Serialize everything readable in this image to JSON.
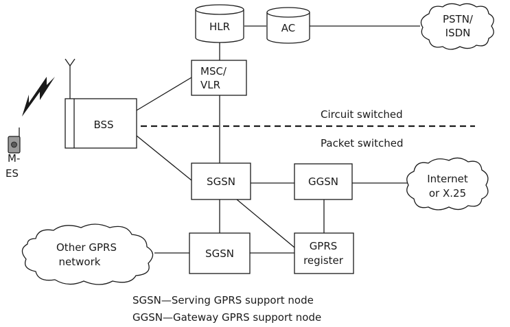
{
  "nodes": {
    "hlr": "HLR",
    "ac": "AC",
    "pstn_line1": "PSTN/",
    "pstn_line2": "ISDN",
    "msc_line1": "MSC/",
    "msc_line2": "VLR",
    "bss": "BSS",
    "ms_line1": "M-",
    "ms_line2": "ES",
    "sgsn_top": "SGSN",
    "ggsn": "GGSN",
    "internet_line1": "Internet",
    "internet_line2": "or X.25",
    "sgsn_bottom": "SGSN",
    "gprs_register_line1": "GPRS",
    "gprs_register_line2": "register",
    "other_gprs_line1": "Other GPRS",
    "other_gprs_line2": "network"
  },
  "labels": {
    "circuit_switched": "Circuit switched",
    "packet_switched": "Packet switched"
  },
  "legend": {
    "sgsn": "SGSN—Serving GPRS support node",
    "ggsn": "GGSN—Gateway GPRS  support node"
  }
}
